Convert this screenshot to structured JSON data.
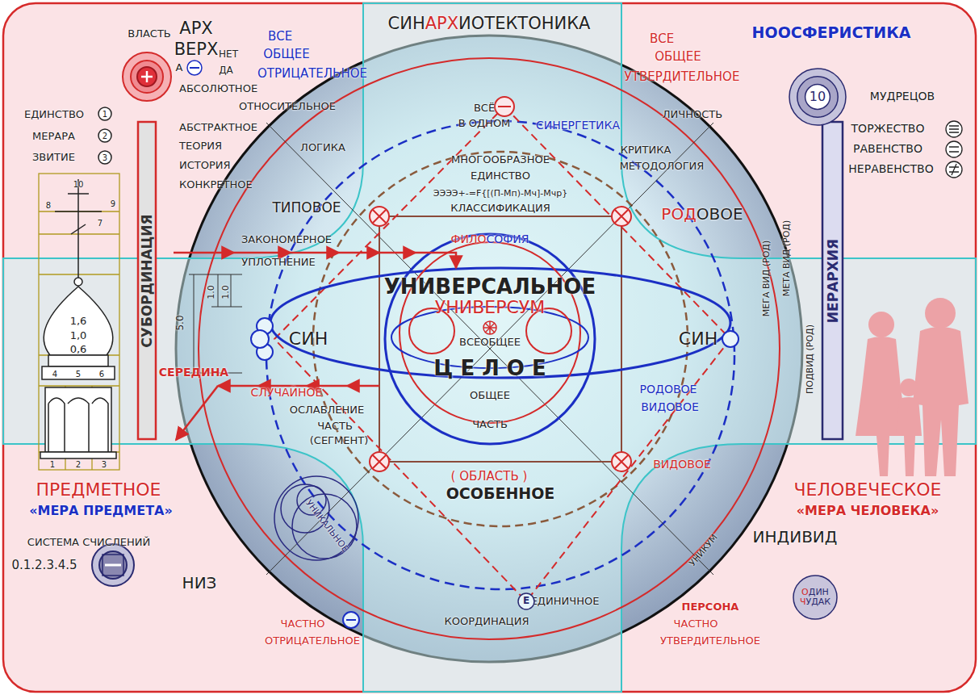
{
  "diagram": {
    "title": "СИНАРХИОТЕКТОНИКА",
    "nodes": [
      {
        "text": [
          "СУБОРДИНАЦИЯ"
        ]
      },
      {
        "text": [
          "ИЕРАРХИЯ"
        ]
      },
      {
        "text": [
          "10"
        ]
      },
      {
        "text": [
          "1"
        ]
      },
      {
        "text": [
          "2"
        ]
      },
      {
        "text": [
          "3"
        ]
      },
      {
        "text": [
          "Е"
        ]
      },
      {
        "text": [
          "ОДИН ЧУДАК"
        ]
      }
    ],
    "labels": [
      "ВЛАСТЬ",
      "АРХ",
      "ВЕРХ",
      "А",
      "НЕТ",
      "ДА",
      "ВСЕ",
      "ОБЩЕЕ",
      "ОТРИЦАТЕЛЬНОЕ",
      "АБСОЛЮТНОЕ",
      "ОТНОСИТЕЛЬНОЕ",
      "АБСТРАКТНОЕ",
      "ТЕОРИЯ",
      "ИСТОРИЯ",
      "КОНКРЕТНОЕ",
      "ЕДИНСТВО",
      "МЕРАРА",
      "ЗВИТИЕ",
      "ЛОГИКА",
      "ТИПОВОЕ",
      "ЗАКОНОМЕРНОЕ",
      "УПЛОТНЕНИЕ",
      "5.0",
      "1.0",
      "1.0",
      "СИН",
      "СЕРЕДИНА",
      "СЛУЧАЙНОЕ",
      "ОСЛАБЛЕНИЕ",
      "ЧАСТЬ",
      "(СЕГМЕНТ)",
      "УНИКАЛЬНОЕ",
      "ПРЕДМЕТНОЕ",
      "«МЕРА ПРЕДМЕТА»",
      "СИСТЕМА СЧИСЛЕНИЙ",
      "0.1.2.3.4.5",
      "НИЗ",
      "ЧАСТНО",
      "ОТРИЦАТЕЛЬНОЕ",
      "10",
      "9",
      "8",
      "7",
      "1,6",
      "1,0",
      "0,6",
      "4",
      "5",
      "6",
      "1",
      "2",
      "3",
      "ВСЁ",
      "В ОДНОМ",
      "СИНЕРГЕТИКА",
      "МНОГООБРАЗНОЕ",
      "ЕДИНСТВО",
      "ЭЭЭЭ+-=F{[(П-Мп)-Мч]-Мчр}",
      "КЛАССИФИКАЦИЯ",
      "ФИЛОСОФИЯ",
      "УНИВЕРСАЛЬНОЕ",
      "УНИВЕРСУМ",
      "ВСЕОБЩЕЕ",
      "Ц Е Л О Е",
      "ОБЩЕЕ",
      "ЧАСТЬ",
      "( ОБЛАСТЬ )",
      "ОСОБЕННОЕ",
      "ЕДИНИЧНОЕ",
      "КООРДИНАЦИЯ",
      "ВСЕ",
      "ОБЩЕЕ",
      "УТВЕРДИТЕЛЬНОЕ",
      "НООСФЕРИСТИКА",
      "МУДРЕЦОВ",
      "ЛИЧНОСТЬ",
      "КРИТИКА",
      "МЕТОДОЛОГИЯ",
      "ТОРЖЕСТВО",
      "РАВЕНСТВО",
      "НЕРАВЕНСТВО",
      "РОДОВОЕ",
      "СИН",
      "МЕГА ВИД (РОД)",
      "МЕТА ВИД (РОД)",
      "ПОДВИД (РОД)",
      "РОДОВОЕ",
      "ВИДОВОЕ",
      "ВИДОВОЕ",
      "ЧЕЛОВЕЧЕСКОЕ",
      "«МЕРА ЧЕЛОВЕКА»",
      "ИНДИВИД",
      "УНИКУМ",
      "ПЕРСОНА",
      "ЧАСТНО",
      "УТВЕРДИТЕЛЬНОЕ"
    ]
  }
}
